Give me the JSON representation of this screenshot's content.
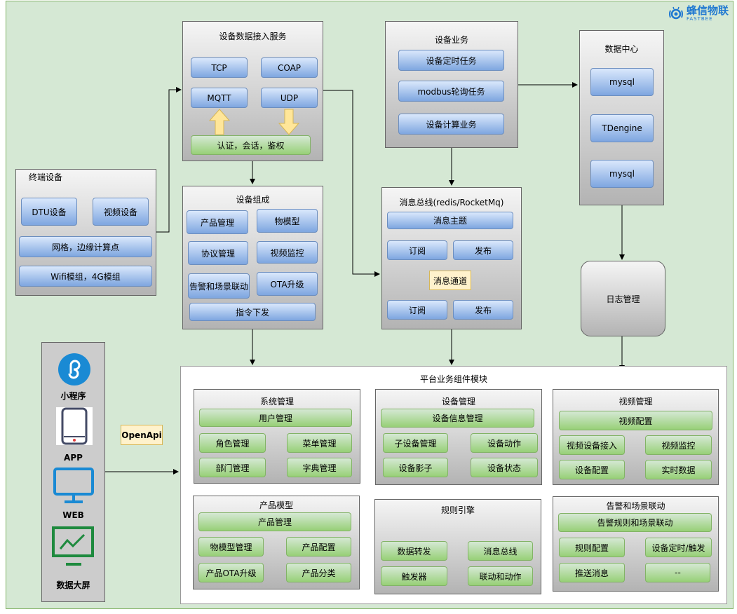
{
  "logo": {
    "name": "蜂信物联",
    "sub": "FASTBEE"
  },
  "access": {
    "title": "设备数据接入服务",
    "tcp": "TCP",
    "coap": "COAP",
    "mqtt": "MQTT",
    "udp": "UDP",
    "auth": "认证，会话，鉴权"
  },
  "business": {
    "title": "设备业务",
    "timer": "设备定时任务",
    "modbus": "modbus轮询任务",
    "compute": "设备计算业务"
  },
  "datacenter": {
    "title": "数据中心",
    "db1": "mysql",
    "db2": "TDengine",
    "db3": "mysql"
  },
  "terminal": {
    "title": "终端设备",
    "dtu": "DTU设备",
    "video": "视频设备",
    "grid": "网格，边缘计算点",
    "wifi": "Wifi模组，4G模组"
  },
  "composition": {
    "title": "设备组成",
    "product": "产品管理",
    "model": "物模型",
    "protocol": "协议管理",
    "monitor": "视频监控",
    "alarm": "告警和场景联动",
    "ota": "OTA升级",
    "command": "指令下发"
  },
  "bus": {
    "title": "消息总线(redis/RocketMq)",
    "topic": "消息主题",
    "sub1": "订阅",
    "pub1": "发布",
    "channel": "消息通道",
    "sub2": "订阅",
    "pub2": "发布"
  },
  "log": {
    "title": "日志管理"
  },
  "clients": {
    "mini": "小程序",
    "app": "APP",
    "web": "WEB",
    "screen": "数据大屏"
  },
  "openapi": "OpenApi",
  "platform": {
    "title": "平台业务组件模块",
    "system": {
      "title": "系统管理",
      "user": "用户管理",
      "role": "角色管理",
      "menu": "菜单管理",
      "dept": "部门管理",
      "dict": "字典管理"
    },
    "device": {
      "title": "设备管理",
      "info": "设备信息管理",
      "child": "子设备管理",
      "action": "设备动作",
      "shadow": "设备影子",
      "status": "设备状态"
    },
    "video": {
      "title": "视频管理",
      "config": "视频配置",
      "access": "视频设备接入",
      "monitor": "视频监控",
      "devcfg": "设备配置",
      "realtime": "实时数据"
    },
    "product": {
      "title": "产品模型",
      "manage": "产品管理",
      "model": "物模型管理",
      "config": "产品配置",
      "ota": "产品OTA升级",
      "category": "产品分类"
    },
    "rule": {
      "title": "规则引擎",
      "forward": "数据转发",
      "bus": "消息总线",
      "trigger": "触发器",
      "linkage": "联动和动作"
    },
    "alarm": {
      "title": "告警和场景联动",
      "rules": "告警规则和场景联动",
      "rulecfg": "规则配置",
      "timer": "设备定时/触发",
      "push": "推送消息",
      "none": "--"
    }
  }
}
